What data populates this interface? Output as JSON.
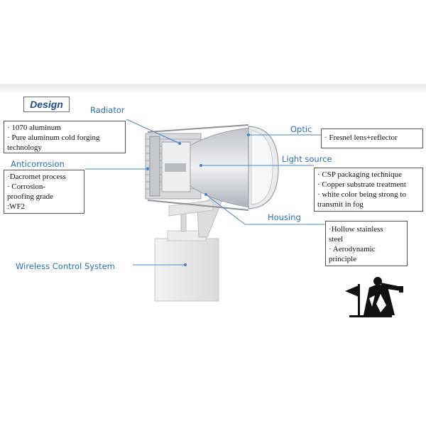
{
  "title": "Design",
  "components": {
    "radiator": {
      "label": "Radiator",
      "lines": [
        "· 1070 aluminum",
        "· Pure aluminum cold forging",
        "technology"
      ]
    },
    "anticorrosion": {
      "label": "Anticorrosion",
      "lines": [
        "·Dacromet process",
        "· Corrosion-",
        "proofing grade",
        ":WF2"
      ]
    },
    "optic": {
      "label": "Optic",
      "lines": [
        "· Fresnel lens+reflector"
      ]
    },
    "light_source": {
      "label": "Light source",
      "lines": [
        "· CSP packaging technique",
        "· Copper substrate treatment",
        "· white color being strong to",
        "transmit in fog"
      ]
    },
    "housing": {
      "label": "Housing",
      "lines": [
        "·Hollow stainless",
        "steel",
        "· Aerodynamic",
        "principle"
      ]
    },
    "wireless": {
      "label": "Wireless Control System"
    }
  },
  "colors": {
    "label_blue": "#2d6db5",
    "title_blue": "#1f4e8c",
    "leader": "#4a86c8"
  },
  "icons": [
    "searchlight-lamp-illustration",
    "lighthouse-keeper-logo"
  ]
}
